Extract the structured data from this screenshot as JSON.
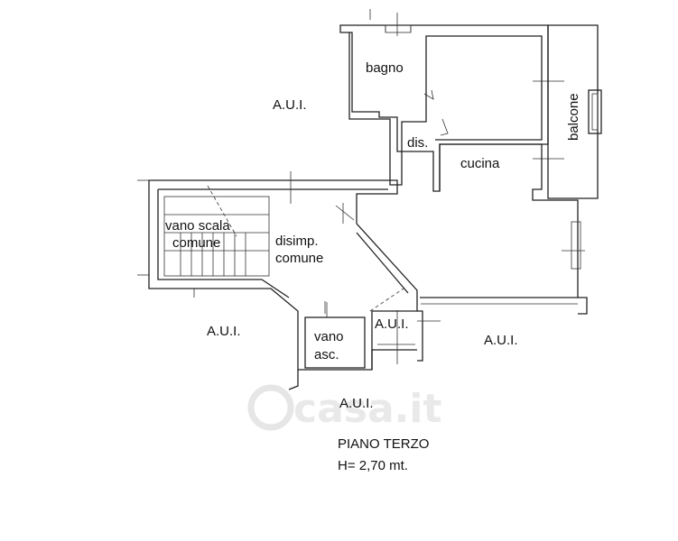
{
  "plan": {
    "rooms": {
      "bagno": "bagno",
      "dis": "dis.",
      "cucina": "cucina",
      "balcone": "balcone",
      "vano_scala_1": "vano scala",
      "vano_scala_2": "comune",
      "disimp_1": "disimp.",
      "disimp_2": "comune",
      "vano_asc_1": "vano",
      "vano_asc_2": "asc."
    },
    "aui_label": "A.U.I.",
    "floor_name": "PIANO TERZO",
    "height": "H= 2,70 mt.",
    "watermark": "casa.it"
  },
  "colors": {
    "line": "#222222",
    "watermark": "#e9e9e9"
  }
}
